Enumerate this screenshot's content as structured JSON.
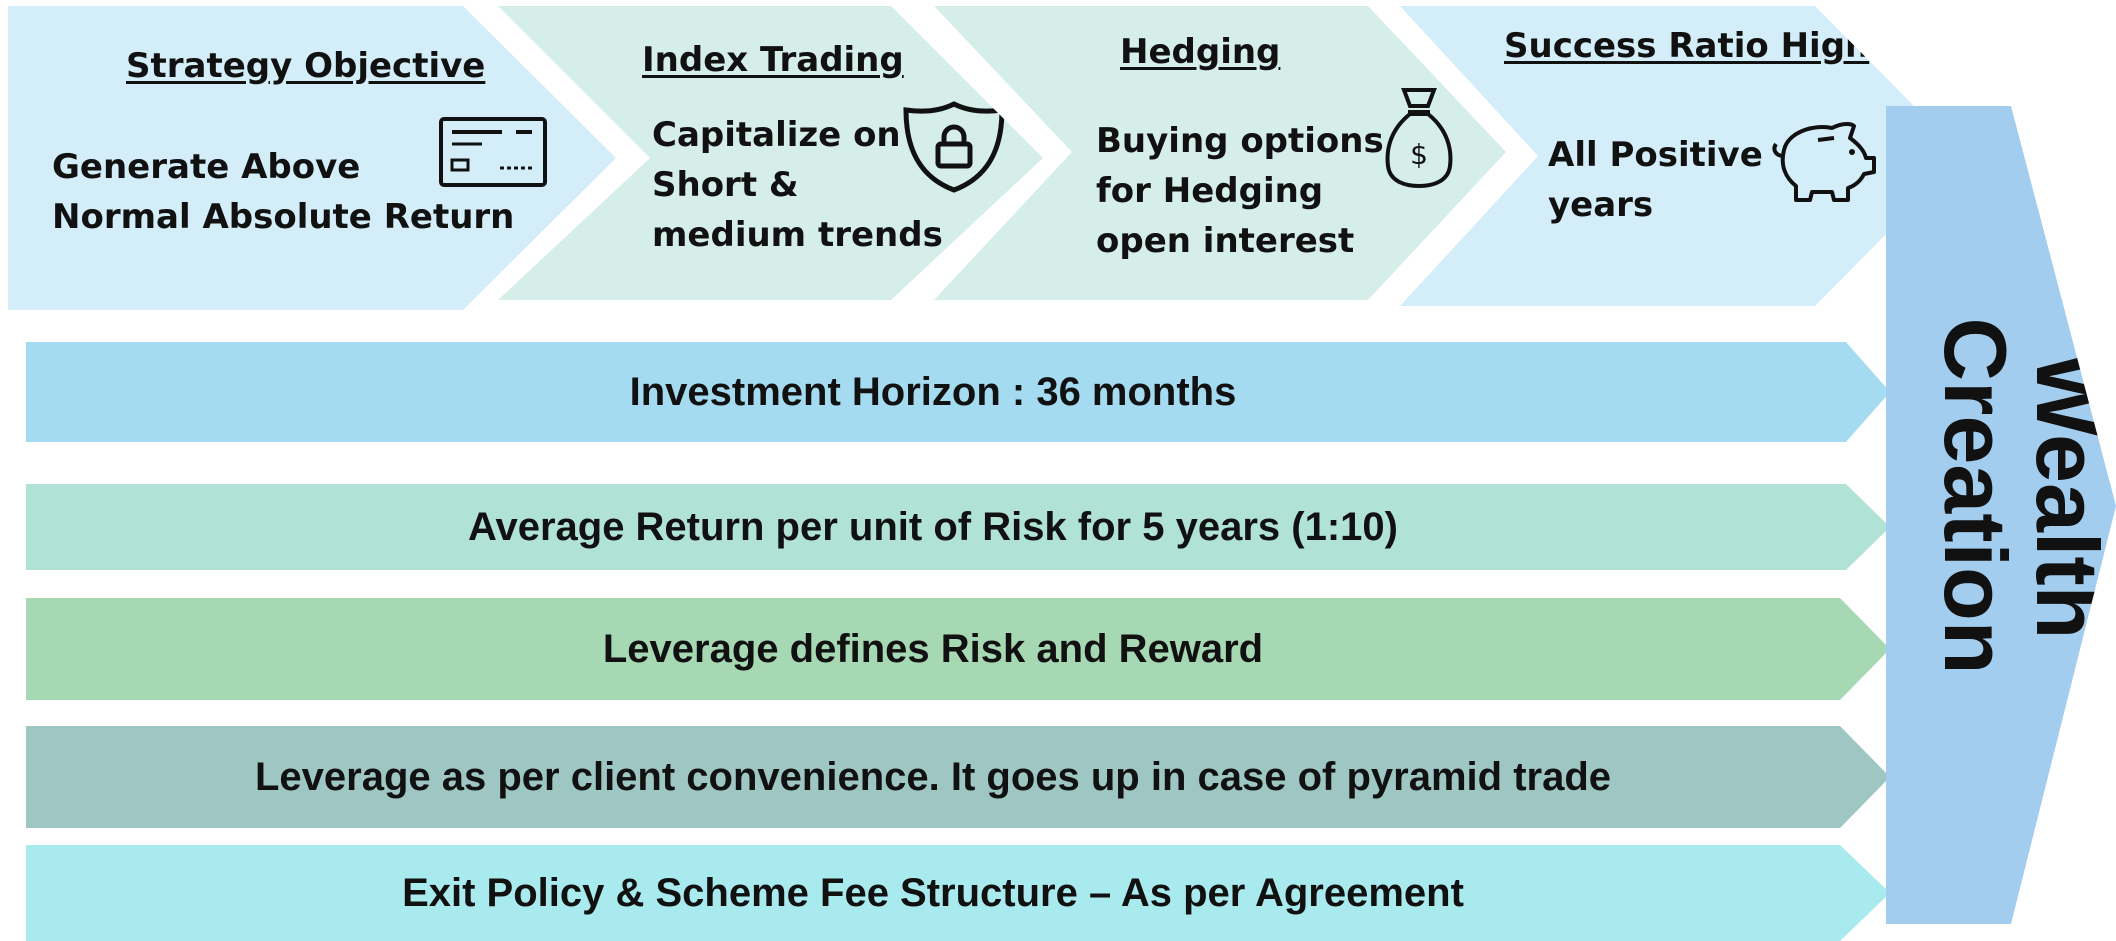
{
  "chevrons": [
    {
      "title": "Strategy Objective",
      "lines": [
        "Generate  Above",
        "Normal Absolute Return"
      ],
      "icon": "credit-card-icon"
    },
    {
      "title": "Index Trading",
      "lines": [
        "Capitalize on",
        "Short  &",
        "medium trends"
      ],
      "icon": "shield-lock-icon"
    },
    {
      "title": "Hedging",
      "lines": [
        "Buying options",
        "for Hedging",
        "open interest"
      ],
      "icon": "money-bag-icon"
    },
    {
      "title": "Success Ratio High",
      "lines": [
        "All Positive",
        "years"
      ],
      "icon": "piggy-bank-icon"
    }
  ],
  "bars": [
    {
      "text": "Investment Horizon : 36 months",
      "color": "#a4dbf1"
    },
    {
      "text": "Average Return per unit of Risk for 5 years  (1:10)",
      "color": "#b1e2d6"
    },
    {
      "text": "Leverage defines Risk and Reward",
      "color": "#a7d8b4"
    },
    {
      "text": "Leverage as per client convenience. It goes up in case of pyramid trade",
      "color": "#9ec7c4"
    },
    {
      "text": "Exit Policy & Scheme Fee Structure – As per Agreement",
      "color": "#a9eaee"
    }
  ],
  "wealth": {
    "line1": "Wealth",
    "line2": "Creation",
    "color": "#a3cdee"
  }
}
